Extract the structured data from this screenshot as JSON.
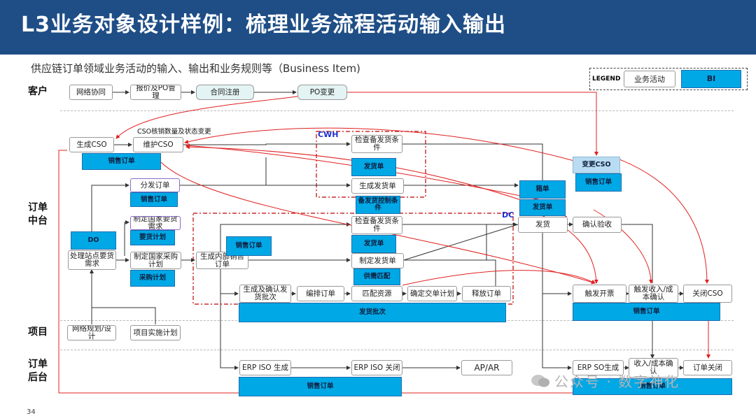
{
  "page": {
    "title": "L3业务对象设计样例：梳理业务流程活动输入输出",
    "subtitle": "供应链订单领域业务活动的输入、输出和业务规则等（Business Item)",
    "page_number": "34",
    "watermark": "公众号 · 数字神化"
  },
  "legend": {
    "label": "LEGEND",
    "activity": "业务活动",
    "bi": "BI"
  },
  "lanes": {
    "customer": "客户",
    "order_mid": "订单\n中台",
    "project": "项目",
    "order_back": "订单\n后台"
  },
  "annotations": {
    "cso_status": "CSO核销数量及状态变更",
    "cwh": "CWH",
    "dc": "DC"
  },
  "activities": {
    "network_collab": "网络协同",
    "quote_po": "报价及PO管理",
    "contract_reg": "合同注册",
    "po_change": "PO变更",
    "gen_cso": "生成CSO",
    "maintain_cso": "维护CSO",
    "dispatch_order": "分发订单",
    "check_ship_cond_1": "检查备发货条件",
    "gen_ship_order": "生成发货单",
    "change_cso": "变更CSO",
    "make_country_req": "制定国家要货需求",
    "check_ship_cond_2": "检查备发货条件",
    "handle_site_req": "处理站点要货需求",
    "make_country_purchase": "制定国家采购计划",
    "gen_internal_order": "生成内部销售订单",
    "make_ship_order": "制定发货单",
    "ship": "发货",
    "confirm_accept": "确认验收",
    "gen_ship_batch": "生成及确认发货批次",
    "arrange_order": "编排订单",
    "match_resource": "匹配资源",
    "confirm_trade_plan": "确定交单计划",
    "release_order": "释放订单",
    "trigger_invoice": "触发开票",
    "trigger_revenue": "触发收入/成本确认",
    "close_cso": "关闭CSO",
    "network_plan": "网络规划/设计",
    "project_plan": "项目实施计划",
    "erp_iso_gen": "ERP ISO 生成",
    "erp_iso_close": "ERP ISO 关闭",
    "ap_ar": "AP/AR",
    "erp_so_gen": "ERP SO生成",
    "revenue_confirm": "收入/成本确认",
    "order_close": "订单关闭"
  },
  "bis": {
    "sales_order_1": "销售订单",
    "shipping_order_1": "发货单",
    "sales_order_2": "销售订单",
    "sales_order_change": "销售订单",
    "packing_list": "箱单",
    "shipping_order_dc": "发货单",
    "ship_control": "备发货控制条件",
    "do": "DO",
    "req_plan": "要货计划",
    "sales_order_internal": "销售订单",
    "shipping_order_2": "发货单",
    "purchase_plan": "采购计划",
    "supply_match": "供需匹配",
    "ship_batch": "发货批次",
    "sales_order_invoice": "销售订单",
    "sales_order_back": "销售订单",
    "sales_order_back_right": "销售订单"
  },
  "colors": {
    "title_bar": "#1f4e86",
    "bi_fill": "#00a8e6",
    "arrow_red": "#e02020",
    "dashed_region": "#c00000"
  }
}
